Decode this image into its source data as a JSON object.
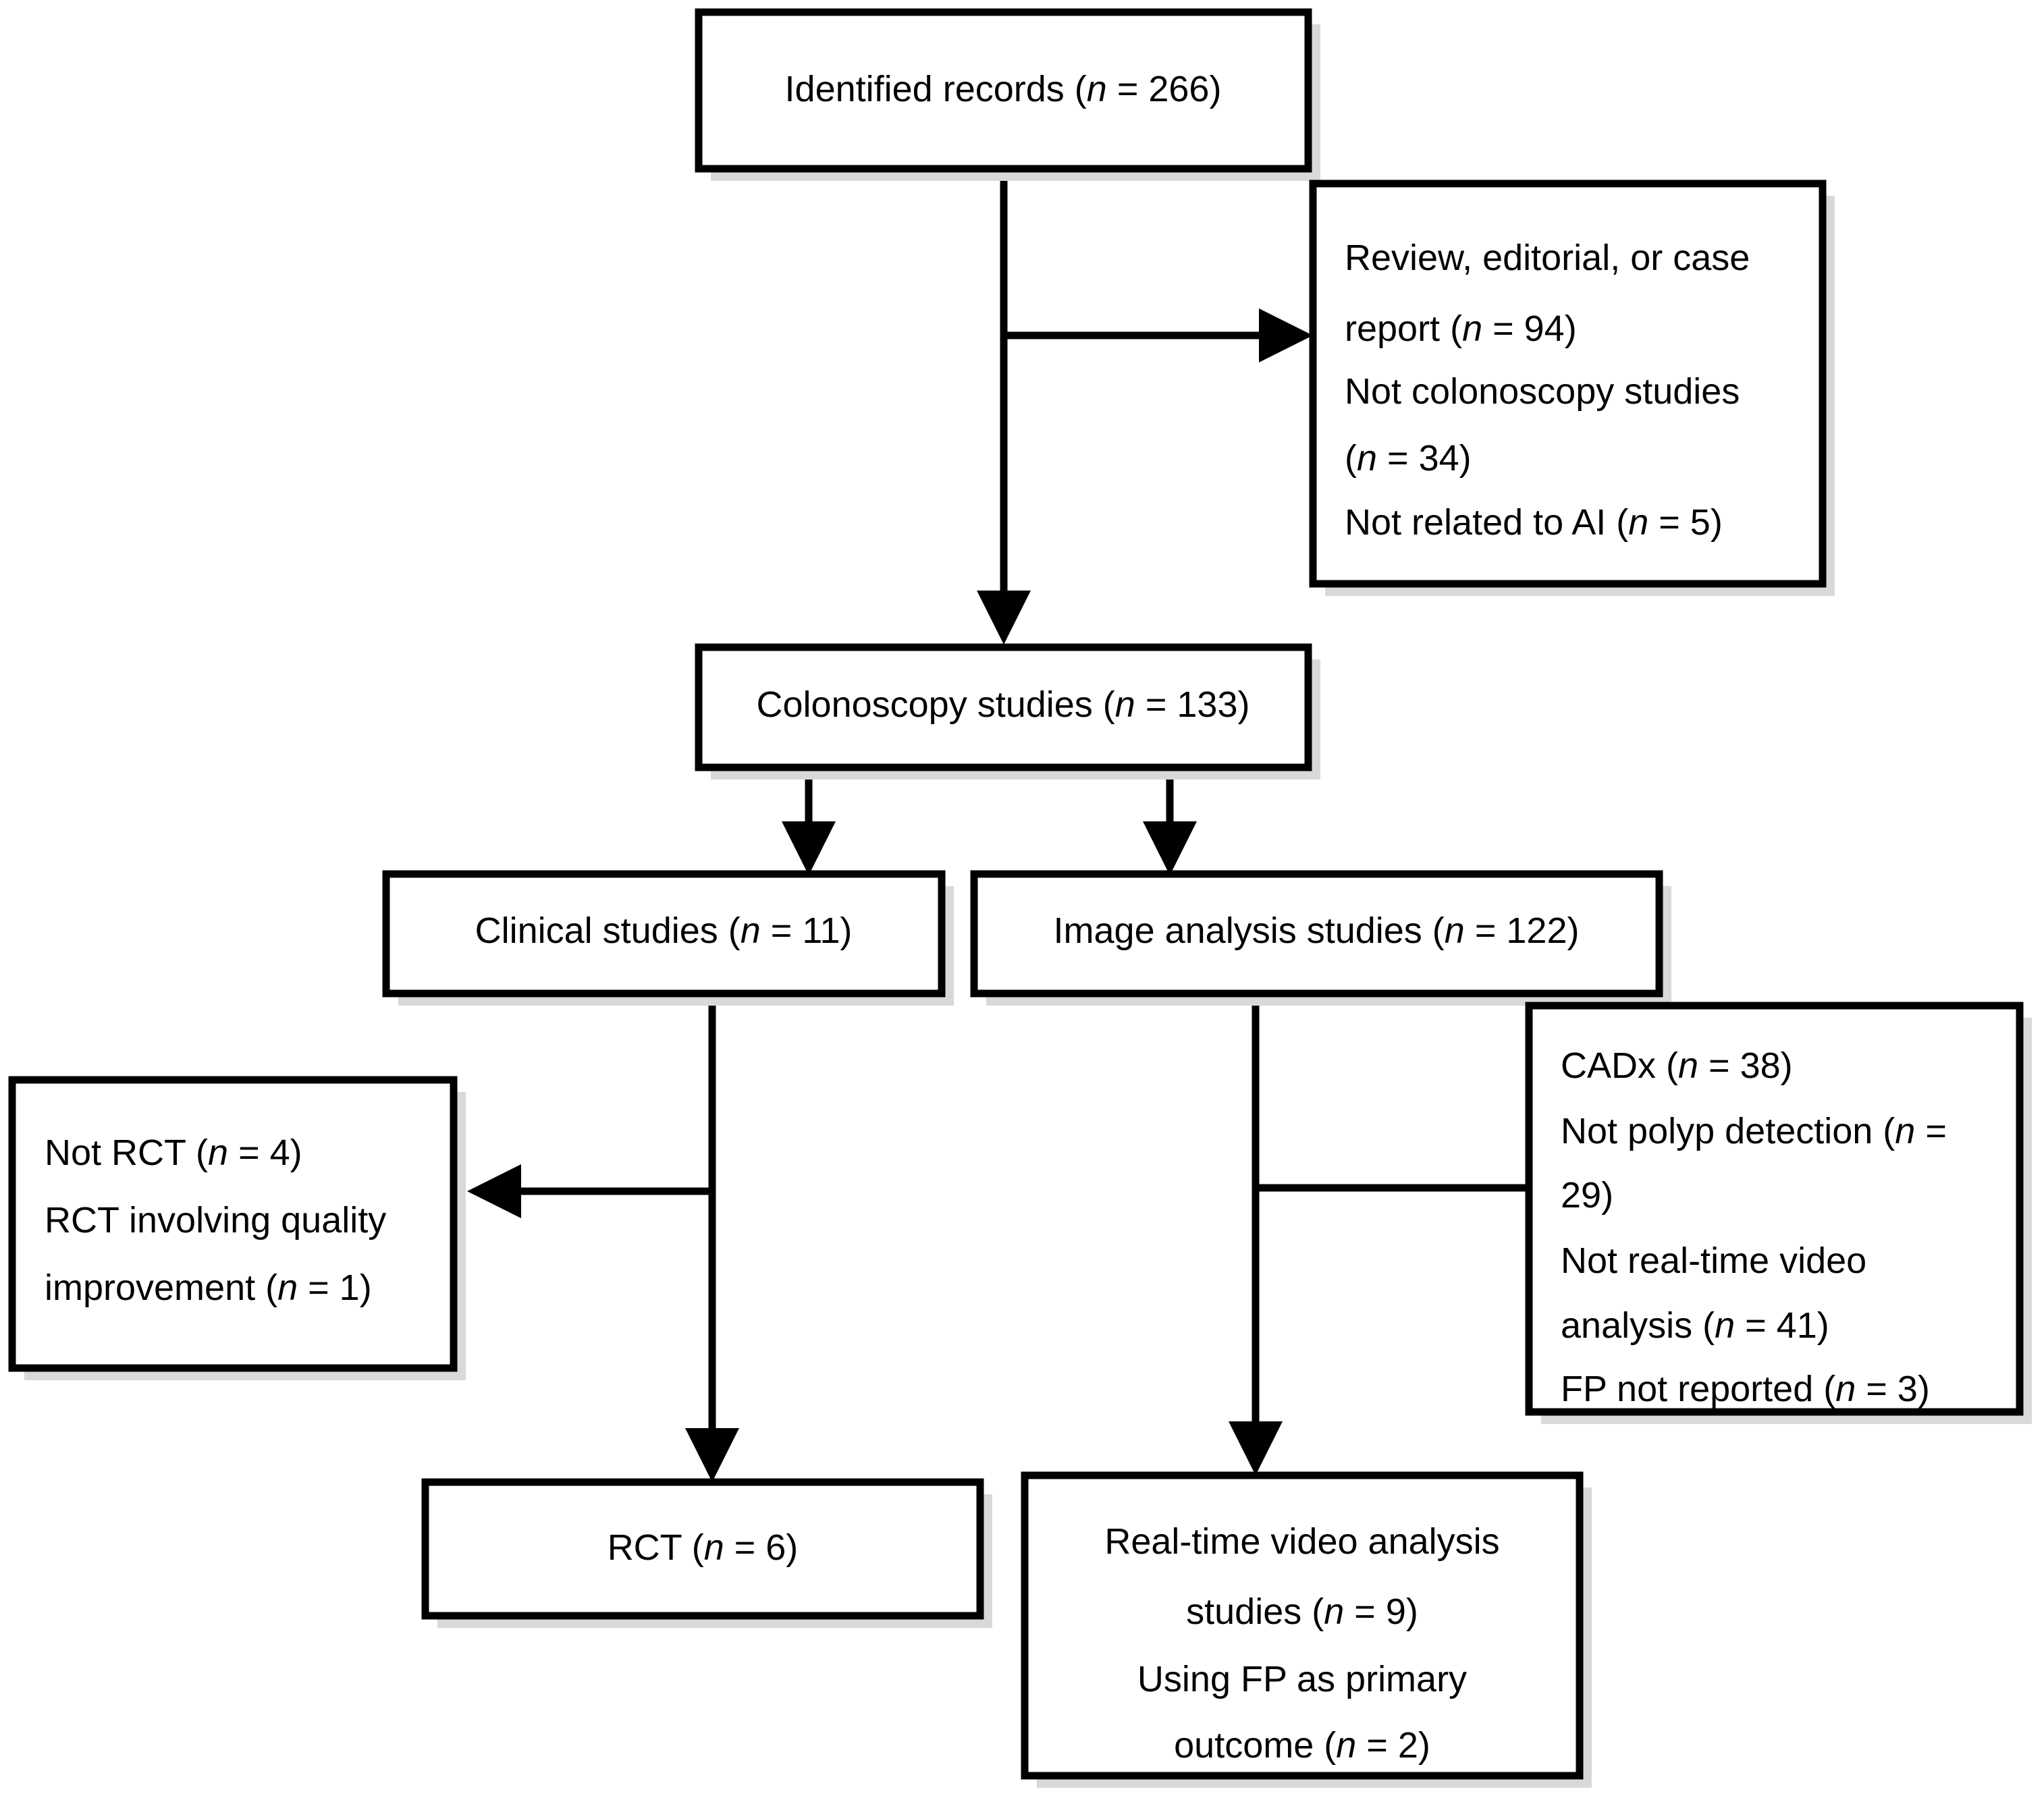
{
  "diagram": {
    "title": "PRISMA-style study selection flow diagram",
    "accent_color": "#000000",
    "background_color": "#ffffff",
    "text_color": "#000000",
    "shadow_color": "#d9d9d9",
    "nodes": {
      "identified_records": {
        "name": "identified-records-box",
        "lines": [
          {
            "pre": "Identified records (",
            "ital": "n",
            "post": " = 266)"
          }
        ]
      },
      "excluded_top": {
        "name": "excluded-top-box",
        "lines": [
          {
            "pre": "Review, editorial, or case",
            "ital": "",
            "post": ""
          },
          {
            "pre": "report (",
            "ital": "n",
            "post": " = 94)"
          },
          {
            "pre": "Not colonoscopy studies",
            "ital": "",
            "post": ""
          },
          {
            "pre": "(",
            "ital": "n",
            "post": " = 34)"
          },
          {
            "pre": "Not related to AI (",
            "ital": "n",
            "post": " = 5)"
          }
        ]
      },
      "colonoscopy_studies": {
        "name": "colonoscopy-studies-box",
        "lines": [
          {
            "pre": "Colonoscopy studies (",
            "ital": "n",
            "post": " = 133)"
          }
        ]
      },
      "clinical_studies": {
        "name": "clinical-studies-box",
        "lines": [
          {
            "pre": "Clinical studies (",
            "ital": "n",
            "post": " = 11)"
          }
        ]
      },
      "image_analysis_studies": {
        "name": "image-analysis-studies-box",
        "lines": [
          {
            "pre": "Image analysis studies (",
            "ital": "n",
            "post": " = 122)"
          }
        ]
      },
      "excluded_left": {
        "name": "excluded-left-box",
        "lines": [
          {
            "pre": "Not RCT (",
            "ital": "n",
            "post": " = 4)"
          },
          {
            "pre": "RCT involving quality",
            "ital": "",
            "post": ""
          },
          {
            "pre": "improvement (",
            "ital": "n",
            "post": " = 1)"
          }
        ]
      },
      "excluded_right": {
        "name": "excluded-right-box",
        "lines": [
          {
            "pre": "CADx (",
            "ital": "n",
            "post": " = 38)"
          },
          {
            "pre": "Not polyp detection (",
            "ital": "n",
            "post": " ="
          },
          {
            "pre": "29)",
            "ital": "",
            "post": ""
          },
          {
            "pre": "Not real-time video",
            "ital": "",
            "post": ""
          },
          {
            "pre": "analysis (",
            "ital": "n",
            "post": " = 41)"
          },
          {
            "pre": "FP not reported (",
            "ital": "n",
            "post": " = 3)"
          }
        ]
      },
      "rct": {
        "name": "rct-box",
        "lines": [
          {
            "pre": "RCT (",
            "ital": "n",
            "post": " = 6)"
          }
        ]
      },
      "realtime_video": {
        "name": "realtime-video-box",
        "lines": [
          {
            "pre": "Real-time video analysis",
            "ital": "",
            "post": ""
          },
          {
            "pre": "studies (",
            "ital": "n",
            "post": " = 9)"
          },
          {
            "pre": "Using FP as primary",
            "ital": "",
            "post": ""
          },
          {
            "pre": "outcome (",
            "ital": "n",
            "post": " = 2)"
          }
        ]
      }
    },
    "connector_labels": {
      "identified_to_colonoscopy": "",
      "identified_to_excluded_top": "",
      "colonoscopy_to_clinical": "",
      "colonoscopy_to_image": "",
      "clinical_to_excluded_left": "",
      "clinical_to_rct": "",
      "image_to_excluded_right": "",
      "image_to_realtime": ""
    }
  }
}
